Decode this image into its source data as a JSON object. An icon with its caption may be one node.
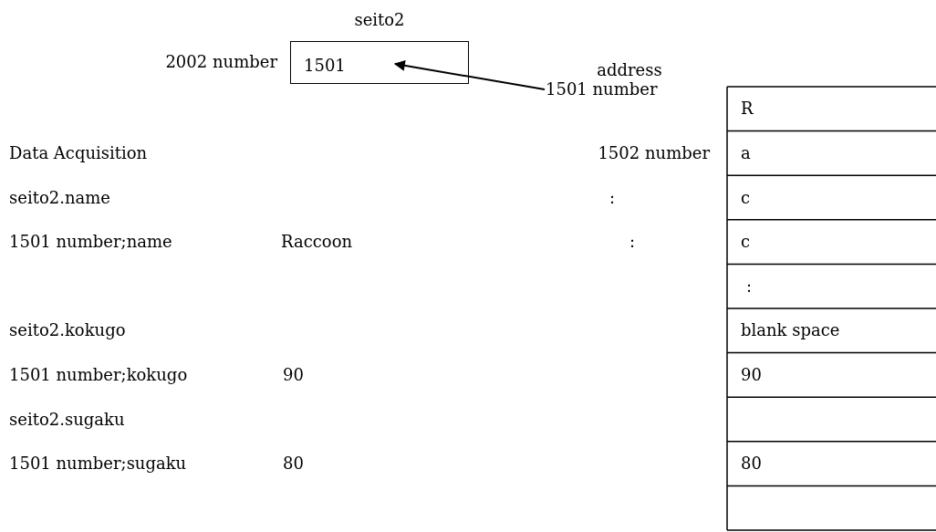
{
  "diagram": {
    "nodes": [
      {
        "text": [
          "seito2",
          "1501"
        ],
        "beside": [
          "2002 number"
        ]
      },
      {
        "text": [
          "1501 number"
        ]
      }
    ],
    "edges": [
      {
        "from": 1,
        "to": 0,
        "arrow": "to"
      }
    ],
    "labels": [
      "address",
      "Data Acquisition",
      "1502 number",
      "seito2.name",
      ":",
      "1501 number;name",
      "Raccoon",
      ":",
      "seito2.kokugo",
      "1501 number;kokugo",
      "90",
      "seito2.sugaku",
      "1501 number;sugaku",
      "80",
      "R",
      "a",
      "c",
      "c",
      ":",
      "blank space",
      "90",
      "80"
    ]
  }
}
